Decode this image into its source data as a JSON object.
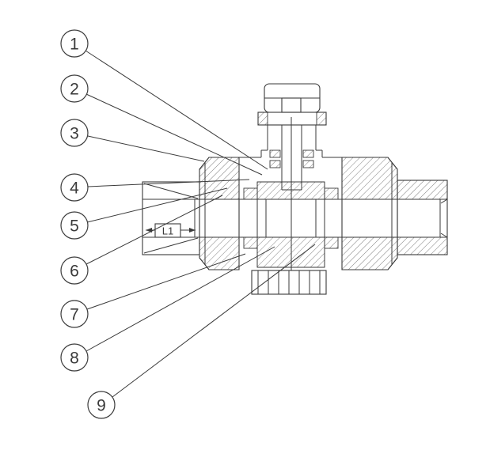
{
  "page": {
    "background_color": "#ffffff",
    "line_color": "#3a3a3a"
  },
  "diagram": {
    "type": "technical-drawing",
    "subject": "valve-cross-section",
    "callouts": [
      {
        "id": 1,
        "label": "1"
      },
      {
        "id": 2,
        "label": "2"
      },
      {
        "id": 3,
        "label": "3"
      },
      {
        "id": 4,
        "label": "4"
      },
      {
        "id": 5,
        "label": "5"
      },
      {
        "id": 6,
        "label": "6"
      },
      {
        "id": 7,
        "label": "7"
      },
      {
        "id": 8,
        "label": "8"
      },
      {
        "id": 9,
        "label": "9"
      }
    ],
    "dimension": {
      "label": "L1"
    }
  }
}
